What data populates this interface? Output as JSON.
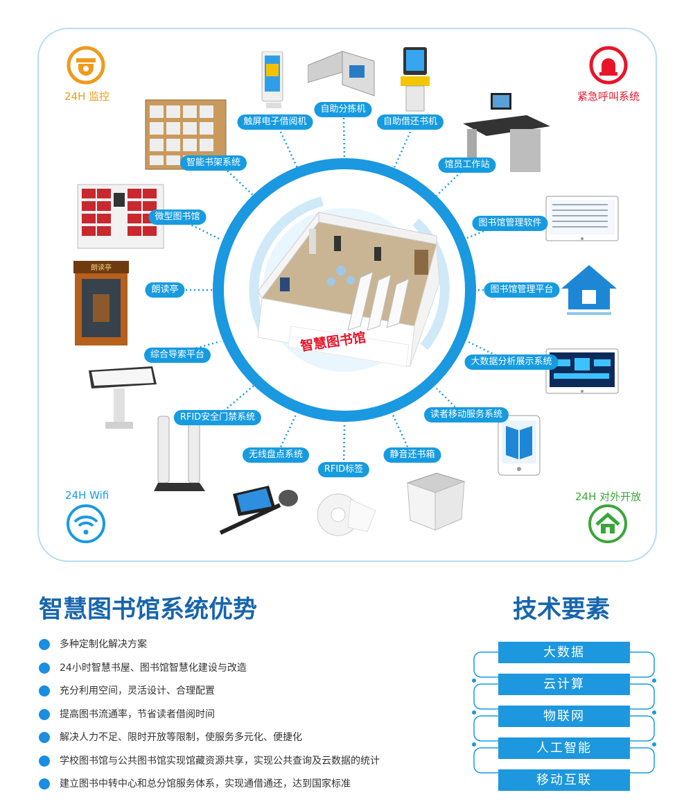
{
  "diagram": {
    "center_title": "智慧图书馆",
    "corners": {
      "top_left": "24H 监控",
      "top_right": "紧急呼叫系统",
      "bottom_left": "24H Wifi",
      "bottom_right": "24H 对外开放"
    },
    "nodes": [
      {
        "label": "触屏电子借阅机"
      },
      {
        "label": "自助分拣机"
      },
      {
        "label": "自助借还书机"
      },
      {
        "label": "馆员工作站"
      },
      {
        "label": "图书馆管理软件"
      },
      {
        "label": "图书馆管理平台"
      },
      {
        "label": "大数据分析展示系统"
      },
      {
        "label": "读者移动服务系统"
      },
      {
        "label": "静音还书箱"
      },
      {
        "label": "RFID标签"
      },
      {
        "label": "无线盘点系统"
      },
      {
        "label": "RFID安全门禁系统"
      },
      {
        "label": "综合导索平台"
      },
      {
        "label": "朗读亭"
      },
      {
        "label": "微型图书馆"
      },
      {
        "label": "智能书架系统"
      }
    ],
    "booth_sign": "朗读亭"
  },
  "advantages": {
    "title": "智慧图书馆系统优势",
    "items": [
      "多种定制化解决方案",
      "24小时智慧书屋、图书馆智慧化建设与改造",
      "充分利用空间，灵活设计、合理配置",
      "提高图书流通率，节省读者借阅时间",
      "解决人力不足、限时开放等限制，使服务多元化、便捷化",
      "学校图书馆与公共图书馆实现馆藏资源共享，实现公共查询及云数据的统计",
      "建立图书中转中心和总分馆服务体系，实现通借通还，达到国家标准"
    ]
  },
  "tech": {
    "title": "技术要素",
    "items": [
      "大数据",
      "云计算",
      "物联网",
      "人工智能",
      "移动互联"
    ]
  },
  "colors": {
    "primary": "#179be0",
    "title": "#1765ad",
    "red": "#e8152a",
    "orange": "#f09a1a",
    "green": "#3aa53a"
  }
}
